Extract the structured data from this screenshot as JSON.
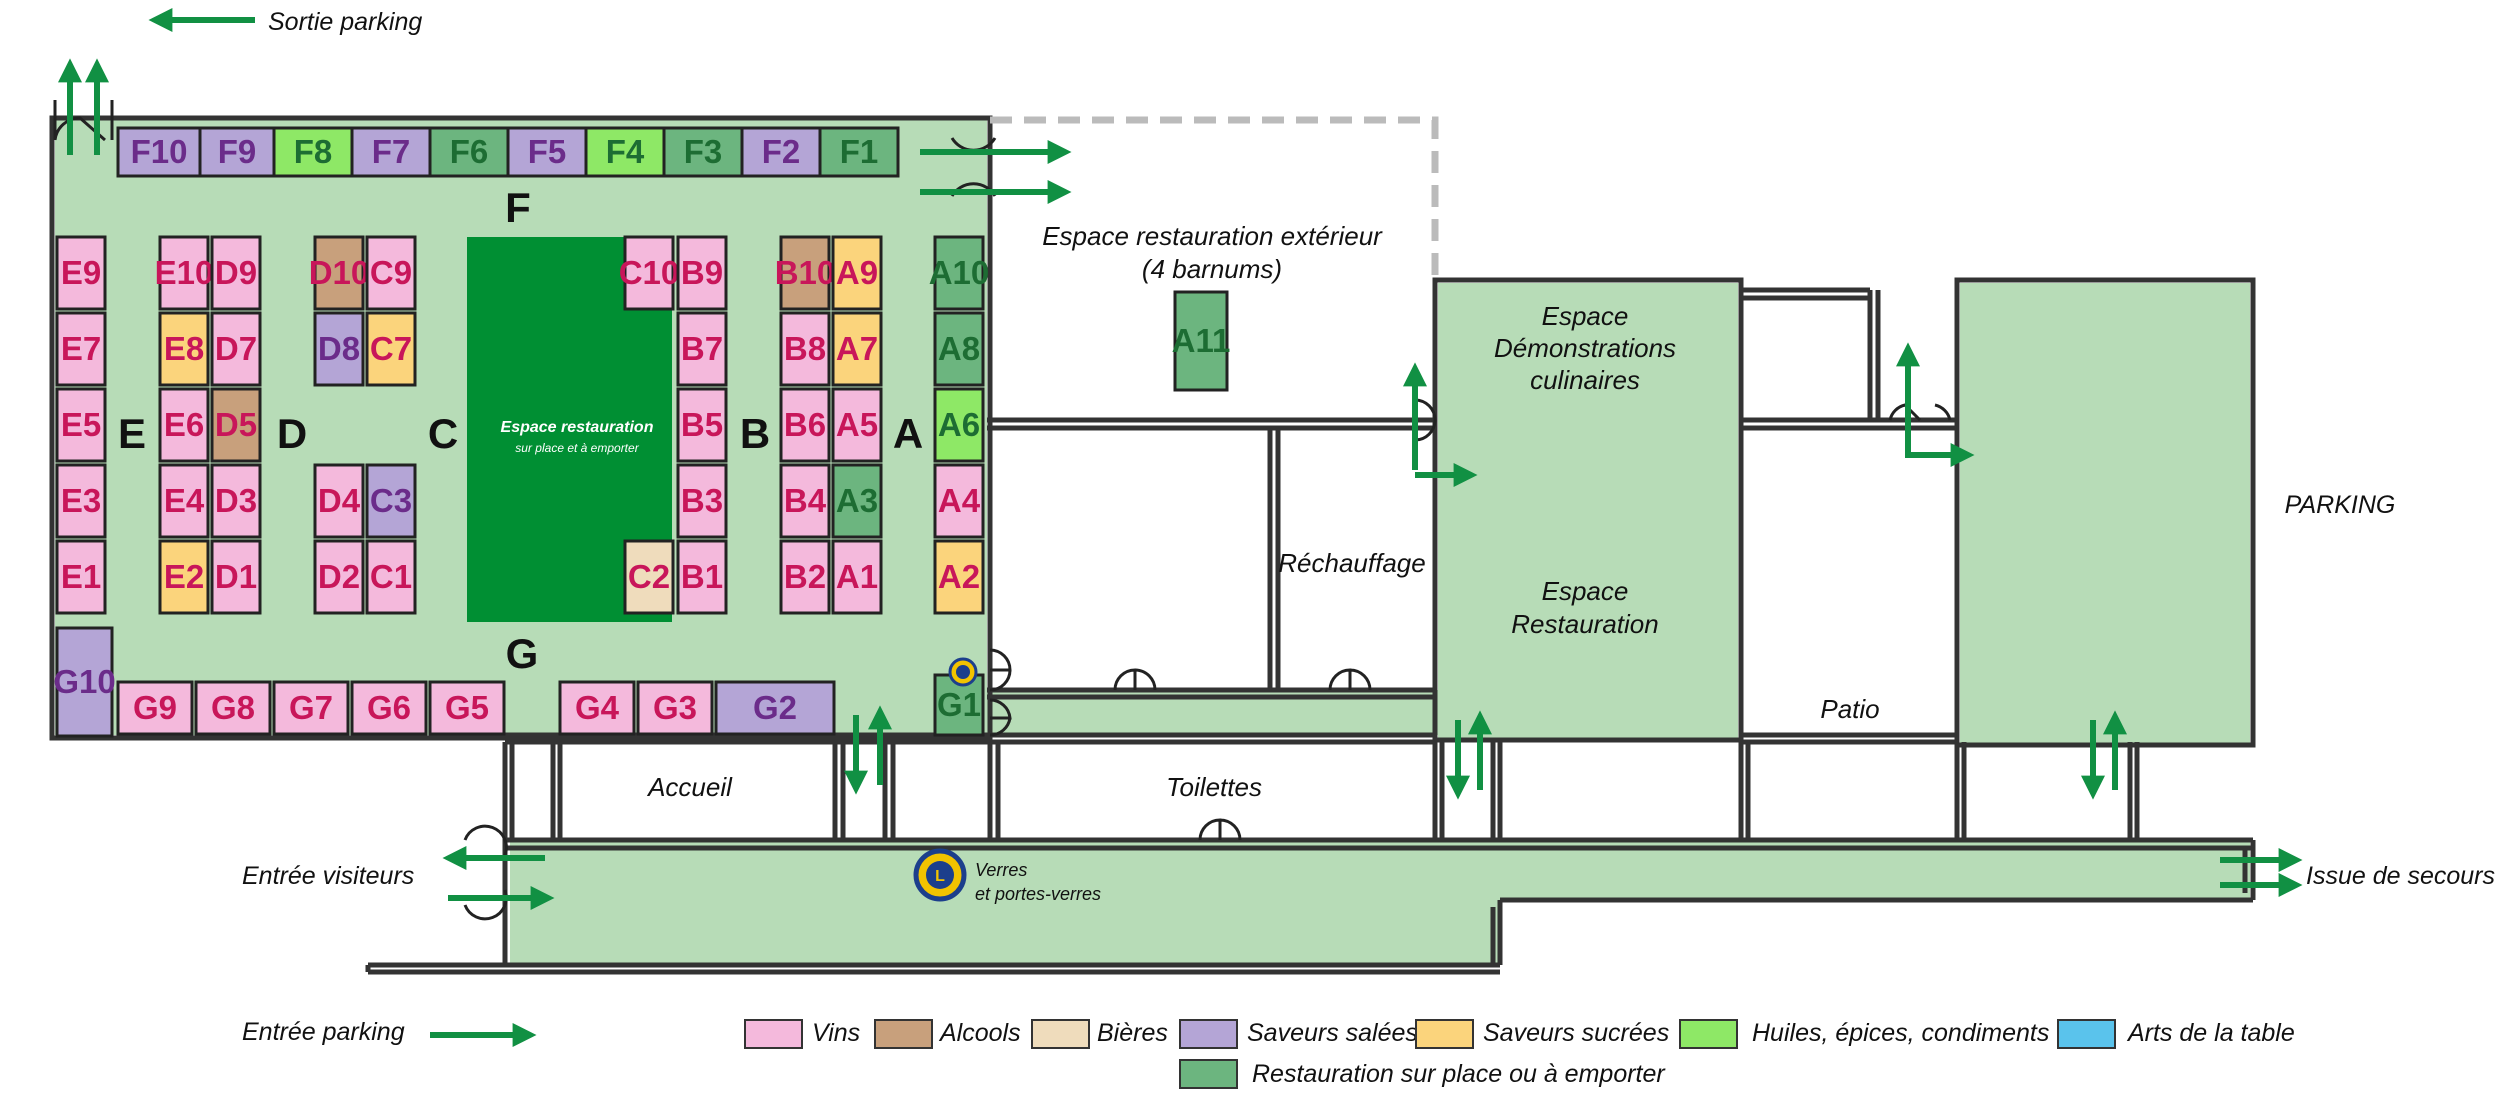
{
  "colors": {
    "Vins": "#f4b9dc",
    "Alcools": "#c8a07c",
    "Bieres": "#efdcbc",
    "Saveurs_salees": "#b4a5d6",
    "Saveurs_sucrees": "#fbd47c",
    "Huiles": "#8ee866",
    "Arts": "#5ac3ec",
    "Restauration": "#6cb57f",
    "floor": "#b7dcb7",
    "dark_green": "#008f33",
    "arrow": "#119043",
    "text_magenta": "#c8165a",
    "text_purple": "#6b2c8a",
    "text_dgreen": "#1d6d33"
  },
  "labels": {
    "sortie_parking": "Sortie parking",
    "espace_ext_1": "Espace restauration extérieur",
    "espace_ext_2": "(4 barnums)",
    "demo_1": "Espace",
    "demo_2": "Démonstrations",
    "demo_3": "culinaires",
    "resto_1": "Espace",
    "resto_2": "Restauration",
    "parking": "PARKING",
    "rechauffage": "Réchauffage",
    "patio": "Patio",
    "accueil": "Accueil",
    "toilettes": "Toilettes",
    "entree_visiteurs": "Entrée visiteurs",
    "issue_secours": "Issue de secours",
    "verres_1": "Verres",
    "verres_2": "et portes-verres",
    "entree_parking": "Entrée parking",
    "central_1": "Espace restauration",
    "central_2": "sur place et à emporter"
  },
  "row_letters": [
    "F",
    "E",
    "D",
    "C",
    "B",
    "A",
    "G"
  ],
  "legend": [
    {
      "label": "Vins",
      "color": "#f4b9dc"
    },
    {
      "label": "Alcools",
      "color": "#c8a07c"
    },
    {
      "label": "Bières",
      "color": "#efdcbc"
    },
    {
      "label": "Saveurs salées",
      "color": "#b4a5d6"
    },
    {
      "label": "Saveurs sucrées",
      "color": "#fbd47c"
    },
    {
      "label": "Huiles, épices, condiments",
      "color": "#8ee866"
    },
    {
      "label": "Arts de la table",
      "color": "#5ac3ec"
    },
    {
      "label": "Restauration sur place ou à emporter",
      "color": "#6cb57f"
    }
  ],
  "stands": {
    "F10": "Saveurs salées",
    "F9": "Saveurs salées",
    "F8": "Huiles, épices, condiments",
    "F7": "Saveurs salées",
    "F6": "Restauration",
    "F5": "Saveurs salées",
    "F4": "Huiles, épices, condiments",
    "F3": "Restauration",
    "F2": "Saveurs salées",
    "F1": "Restauration",
    "E9": "Vins",
    "E7": "Vins",
    "E5": "Vins",
    "E3": "Vins",
    "E1": "Vins",
    "E10": "Vins",
    "E8": "Saveurs sucrées",
    "E6": "Vins",
    "E4": "Vins",
    "E2": "Saveurs sucrées",
    "D9": "Vins",
    "D7": "Vins",
    "D5": "Alcools",
    "D3": "Vins",
    "D1": "Vins",
    "D10": "Alcools",
    "D8": "Saveurs salées",
    "D4": "Vins",
    "D2": "Vins",
    "C9": "Vins",
    "C7": "Saveurs sucrées",
    "C3": "Saveurs salées",
    "C1": "Vins",
    "C10": "Vins",
    "C2": "Bières",
    "B9": "Vins",
    "B7": "Vins",
    "B5": "Vins",
    "B3": "Vins",
    "B1": "Vins",
    "B10": "Alcools",
    "B8": "Vins",
    "B6": "Vins",
    "B4": "Vins",
    "B2": "Vins",
    "A9": "Saveurs sucrées",
    "A7": "Saveurs sucrées",
    "A5": "Vins",
    "A3": "Restauration",
    "A1": "Vins",
    "A10": "Restauration",
    "A8": "Restauration",
    "A6": "Huiles, épices, condiments",
    "A4": "Vins",
    "A2": "Saveurs sucrées",
    "A11": "Restauration",
    "G1": "Restauration",
    "G10": "Saveurs salées",
    "G9": "Vins",
    "G8": "Vins",
    "G7": "Vins",
    "G6": "Vins",
    "G5": "Vins",
    "G4": "Vins",
    "G3": "Vins",
    "G2": "Saveurs salées"
  }
}
